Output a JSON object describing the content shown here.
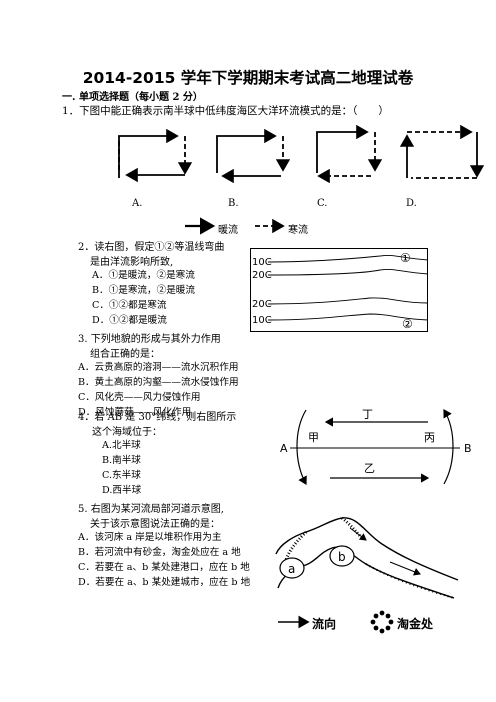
{
  "title": "2014-2015 学年下学期期末考试高二地理试卷",
  "section": "一. 单项选择题（每小题 2 分）",
  "q1": {
    "text": "1．下图中能正确表示南半球中低纬度海区大洋环流模式的是：（　　）",
    "options": [
      "A.",
      "B.",
      "C.",
      "D."
    ],
    "legend_warm": "暖流",
    "legend_cold": "寒流"
  },
  "q2": {
    "lines": [
      "2．读右图，假定①②等温线弯曲",
      "是由洋流影响所致,"
    ],
    "options": [
      "A．①是暖流，②是寒流",
      "B．①是寒流，②是暖流",
      "C．①②都是寒流",
      "D．①②都是暖流"
    ],
    "temps": [
      "10C",
      "20C",
      "20C",
      "10C"
    ],
    "marks": [
      "①",
      "②"
    ]
  },
  "q3": {
    "lines": [
      "3. 下列地貌的形成与其外力作用",
      "组合正确的是："
    ],
    "options": [
      "A．云贵高原的溶洞——流水沉积作用",
      "B．黄土高原的沟壑——流水侵蚀作用",
      "C．风化壳——风力侵蚀作用",
      "D．风蚀蘑菇——风化作用"
    ]
  },
  "q4": {
    "lines": [
      "4．若 AB 是 30°纬线，则右图所示",
      "这个海域位于："
    ],
    "options": [
      "A.北半球",
      "B.南半球",
      "C.东半球",
      "D.西半球"
    ],
    "labels": {
      "a": "A",
      "b": "B",
      "jia": "甲",
      "bing": "丙",
      "ding": "丁",
      "yi": "乙"
    }
  },
  "q5": {
    "lines": [
      "5. 右图为某河流局部河道示意图,",
      "关于该示意图说法正确的是："
    ],
    "options": [
      "A．该河床 a 岸是以堆积作用为主",
      "B．若河流中有砂金，淘金处应在 a 地",
      "C．若要在 a、b 某处建港口，应在 b 地",
      "D．若要在 a、b 某处建城市，应在 b 地"
    ],
    "labels": {
      "a": "a",
      "b": "b"
    },
    "legend_flow": "流向",
    "legend_gold": "淘金处"
  }
}
